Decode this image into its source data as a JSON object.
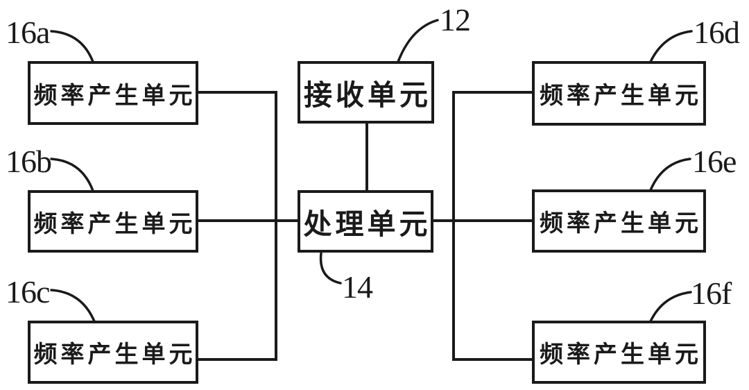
{
  "figure": {
    "kind": "patent-block-diagram",
    "colors": {
      "background": "#ffffff",
      "line": "#1a1a1a"
    },
    "units": {
      "receiver": {
        "ref": "12",
        "label": "接收单元"
      },
      "processor": {
        "ref": "14",
        "label": "处理单元"
      },
      "f16a": {
        "ref": "16a",
        "label": "频率产生单元"
      },
      "f16b": {
        "ref": "16b",
        "label": "频率产生单元"
      },
      "f16c": {
        "ref": "16c",
        "label": "频率产生单元"
      },
      "f16d": {
        "ref": "16d",
        "label": "频率产生单元"
      },
      "f16e": {
        "ref": "16e",
        "label": "频率产生单元"
      },
      "f16f": {
        "ref": "16f",
        "label": "频率产生单元"
      }
    },
    "connections": [
      {
        "from": "16a",
        "to": "14"
      },
      {
        "from": "16b",
        "to": "14"
      },
      {
        "from": "16c",
        "to": "14"
      },
      {
        "from": "12",
        "to": "14"
      },
      {
        "from": "14",
        "to": "16d"
      },
      {
        "from": "14",
        "to": "16e"
      },
      {
        "from": "14",
        "to": "16f"
      }
    ]
  }
}
